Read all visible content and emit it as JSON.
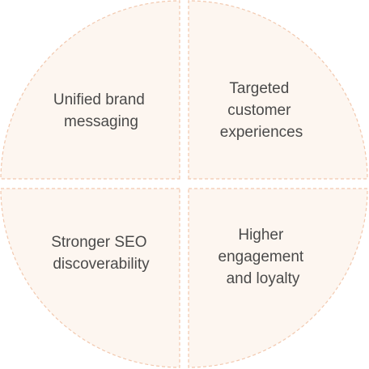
{
  "diagram": {
    "quadrants": [
      {
        "id": "top-left",
        "lines": [
          "Unified brand",
          "messaging"
        ]
      },
      {
        "id": "top-right",
        "lines": [
          "Targeted",
          "customer",
          "experiences"
        ]
      },
      {
        "id": "bottom-left",
        "lines": [
          "Stronger SEO",
          "discoverability"
        ]
      },
      {
        "id": "bottom-right",
        "lines": [
          "Higher",
          "engagement",
          "and loyalty"
        ]
      }
    ],
    "colors": {
      "fill": "#fdf6f0",
      "border": "#f2c8ae",
      "text": "#4a4a4a"
    }
  }
}
